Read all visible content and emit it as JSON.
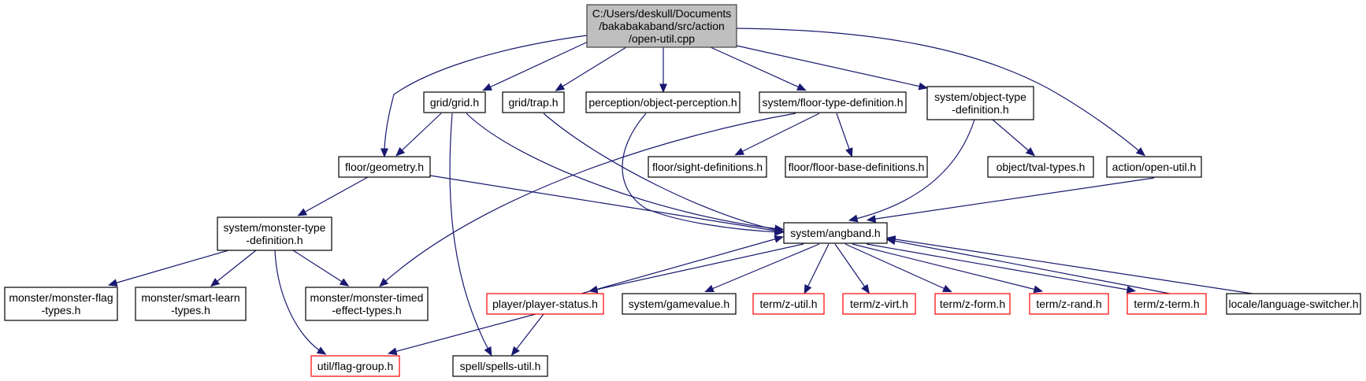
{
  "graph": {
    "colors": {
      "edge": "#191970",
      "root_fill": "#bfbfbf",
      "node_border": "#000000",
      "incomplete_border": "#ff0000"
    },
    "nodes": {
      "root": [
        "C:/Users/deskull/Documents",
        "/bakabakaband/src/action",
        "/open-util.cpp"
      ],
      "grid_grid": [
        "grid/grid.h"
      ],
      "grid_trap": [
        "grid/trap.h"
      ],
      "perception": [
        "perception/object-perception.h"
      ],
      "floor_type_def": [
        "system/floor-type-definition.h"
      ],
      "object_type_def": [
        "system/object-type",
        "-definition.h"
      ],
      "floor_geometry": [
        "floor/geometry.h"
      ],
      "sight_defs": [
        "floor/sight-definitions.h"
      ],
      "floor_base_defs": [
        "floor/floor-base-definitions.h"
      ],
      "tval_types": [
        "object/tval-types.h"
      ],
      "action_open_util": [
        "action/open-util.h"
      ],
      "monster_type_def": [
        "system/monster-type",
        "-definition.h"
      ],
      "angband": [
        "system/angband.h"
      ],
      "monster_flag_types": [
        "monster/monster-flag",
        "-types.h"
      ],
      "smart_learn": [
        "monster/smart-learn",
        "-types.h"
      ],
      "timed_effect": [
        "monster/monster-timed",
        "-effect-types.h"
      ],
      "player_status": [
        "player/player-status.h"
      ],
      "gamevalue": [
        "system/gamevalue.h"
      ],
      "z_util": [
        "term/z-util.h"
      ],
      "z_virt": [
        "term/z-virt.h"
      ],
      "z_form": [
        "term/z-form.h"
      ],
      "z_rand": [
        "term/z-rand.h"
      ],
      "z_term": [
        "term/z-term.h"
      ],
      "lang_switcher": [
        "locale/language-switcher.h"
      ],
      "flag_group": [
        "util/flag-group.h"
      ],
      "spells_util": [
        "spell/spells-util.h"
      ]
    }
  }
}
